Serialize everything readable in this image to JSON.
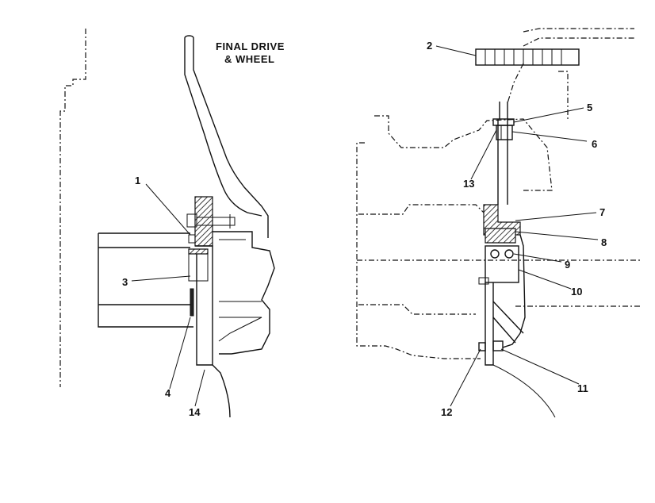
{
  "figure": {
    "title_line1": "FINAL DRIVE",
    "title_line2": "& WHEEL",
    "callouts": {
      "c1": "1",
      "c2": "2",
      "c3": "3",
      "c4": "4",
      "c5": "5",
      "c6": "6",
      "c7": "7",
      "c8": "8",
      "c9": "9",
      "c10": "10",
      "c11": "11",
      "c12": "12",
      "c13": "13",
      "c14": "14"
    }
  }
}
